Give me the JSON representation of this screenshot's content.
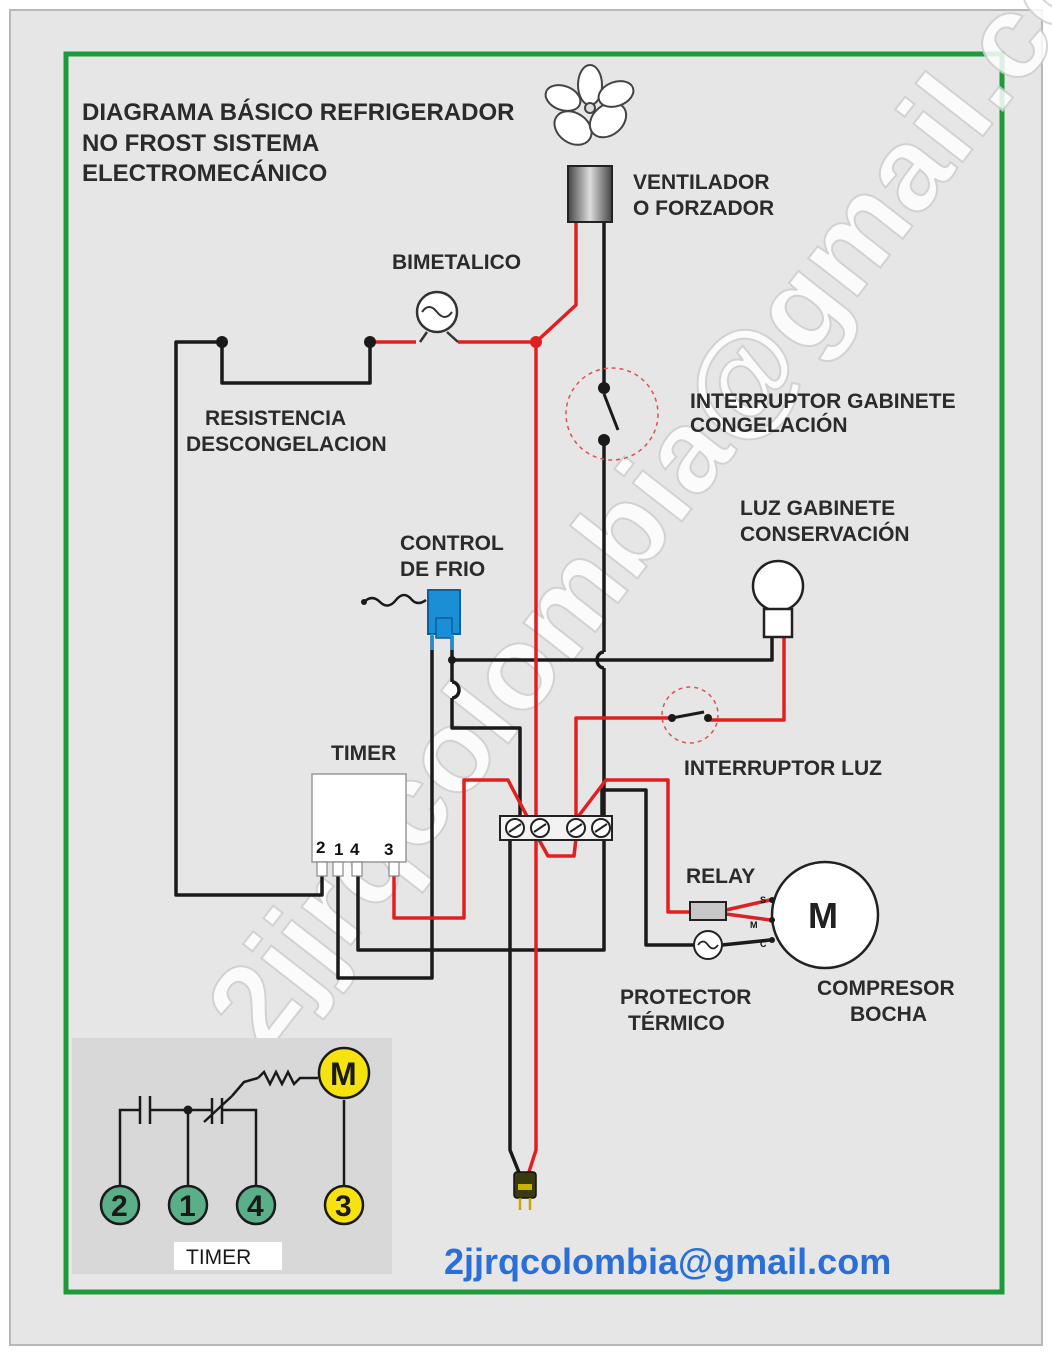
{
  "title": {
    "line1": "DIAGRAMA BÁSICO REFRIGERADOR",
    "line2": "NO FROST SISTEMA",
    "line3": "ELECTROMECÁNICO"
  },
  "labels": {
    "ventilador_1": "VENTILADOR",
    "ventilador_2": "O FORZADOR",
    "bimetalico": "BIMETALICO",
    "resistencia_1": "RESISTENCIA",
    "resistencia_2": "DESCONGELACION",
    "interruptor_gabinete_1": "INTERRUPTOR GABINETE",
    "interruptor_gabinete_2": "CONGELACIÓN",
    "luz_gabinete_1": "LUZ GABINETE",
    "luz_gabinete_2": "CONSERVACIÓN",
    "control_frio_1": "CONTROL",
    "control_frio_2": "DE FRIO",
    "timer": "TIMER",
    "interruptor_luz": "INTERRUPTOR  LUZ",
    "relay": "RELAY",
    "motor_symbol": "M",
    "compresor_1": "COMPRESOR",
    "compresor_2": "BOCHA",
    "protector_1": "PROTECTOR",
    "protector_2": "TÉRMICO",
    "relay_s": "S",
    "relay_m": "M",
    "relay_c": "C"
  },
  "timer_terminals": [
    "2",
    "1",
    "4",
    "3"
  ],
  "inset": {
    "motor": "M",
    "terminals": [
      "2",
      "1",
      "4",
      "3"
    ],
    "caption": "TIMER"
  },
  "email": "2jjrqcolombia@gmail.com",
  "watermark": "2jjrqcolombia@gmail.com",
  "colors": {
    "frame": "#1e9a3a",
    "wire_red": "#e02020",
    "wire_black": "#1a1a1a",
    "email": "#2a6fd6",
    "control_blue": "#1b8fd6",
    "inset_green": "#5aae88",
    "inset_yellow": "#f5e20f"
  }
}
